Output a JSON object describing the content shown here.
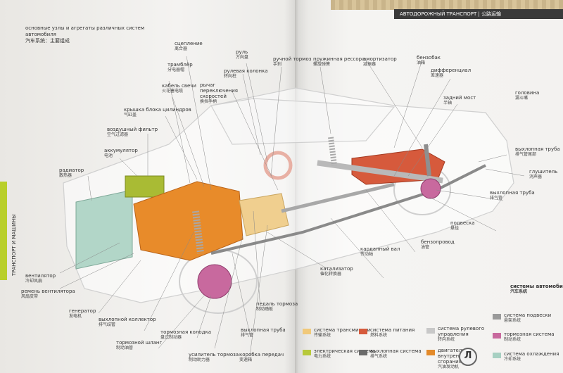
{
  "header": {
    "title_ru": "основные узлы и агрегаты различных систем автомобиля",
    "title_zh": "汽车系统：主要组成",
    "topbar": "АВТОДОРОЖНЫЙ ТРАНСПОРТ",
    "topbar_zh": "公路运输",
    "side_text": "ТРАНСПОРТ И МАШИНЫ"
  },
  "labels": [
    {
      "ru": "сцепление",
      "zh": "离合器"
    },
    {
      "ru": "руль",
      "zh": "方向盘"
    },
    {
      "ru": "ручной тормоз",
      "zh": "手刹"
    },
    {
      "ru": "пружинная рессора",
      "zh": "螺旋弹簧"
    },
    {
      "ru": "амортизатор",
      "zh": "减振器"
    },
    {
      "ru": "бензобак",
      "zh": "油箱"
    },
    {
      "ru": "трамблёр",
      "zh": "分电器帽"
    },
    {
      "ru": "рулевая колонка",
      "zh": "转向柱"
    },
    {
      "ru": "дифференциал",
      "zh": "差速器"
    },
    {
      "ru": "кабель свечи",
      "zh": "火花塞电缆"
    },
    {
      "ru": "рычаг переключения скоростей",
      "zh": "换挡手柄"
    },
    {
      "ru": "задний мост",
      "zh": "半轴"
    },
    {
      "ru": "головина",
      "zh": "漏斗嘴"
    },
    {
      "ru": "крышка блока цилиндров",
      "zh": "气缸盖"
    },
    {
      "ru": "воздушный фильтр",
      "zh": "空气过滤器"
    },
    {
      "ru": "аккумулятор",
      "zh": "电池"
    },
    {
      "ru": "радиатор",
      "zh": "散热器"
    },
    {
      "ru": "выхлопная труба",
      "zh": "排气管尾部"
    },
    {
      "ru": "глушитель",
      "zh": "消声器"
    },
    {
      "ru": "выхлопная труба",
      "zh": "排气管"
    },
    {
      "ru": "подвеска",
      "zh": "悬挂"
    },
    {
      "ru": "бензопровод",
      "zh": "油管"
    },
    {
      "ru": "карданный вал",
      "zh": "传动轴"
    },
    {
      "ru": "катализатор",
      "zh": "催化转换器"
    },
    {
      "ru": "вентилятор",
      "zh": "冷却风扇"
    },
    {
      "ru": "ремень вентилятора",
      "zh": "风扇皮带"
    },
    {
      "ru": "генератор",
      "zh": "发电机"
    },
    {
      "ru": "выхлопной коллектор",
      "zh": "排气歧管"
    },
    {
      "ru": "тормозная колодка",
      "zh": "盘式制动器"
    },
    {
      "ru": "тормозной шланг",
      "zh": "制动油管"
    },
    {
      "ru": "педаль тормоза",
      "zh": "制动踏板"
    },
    {
      "ru": "выхлопная труба",
      "zh": "排气管"
    },
    {
      "ru": "усилитель тормоза",
      "zh": "制动助力器"
    },
    {
      "ru": "коробка передач",
      "zh": "变速箱"
    }
  ],
  "legend": {
    "title_ru": "системы автомобиля",
    "title_zh": "汽车系统",
    "items": [
      {
        "ru": "система трансмиссии",
        "zh": "传输系统",
        "color": "#f1c97a"
      },
      {
        "ru": "система питания",
        "zh": "燃料系统",
        "color": "#d65a3c"
      },
      {
        "ru": "система рулевого управления",
        "zh": "转向系统",
        "color": "#c8c8c8"
      },
      {
        "ru": "система подвески",
        "zh": "悬架系统",
        "color": "#9a9a9a"
      },
      {
        "ru": "электрическая система",
        "zh": "电力系统",
        "color": "#b7c93a"
      },
      {
        "ru": "выхлопная система",
        "zh": "排气系统",
        "color": "#6b6b6b"
      },
      {
        "ru": "двигатель внутреннего сгорания",
        "zh": "汽油发动机",
        "color": "#e38a2a"
      },
      {
        "ru": "тормозная система",
        "zh": "制动系统",
        "color": "#c8699e"
      },
      {
        "ru": "система охлаждения",
        "zh": "冷却系统",
        "color": "#a7d0c2"
      }
    ]
  },
  "logo": "Л"
}
